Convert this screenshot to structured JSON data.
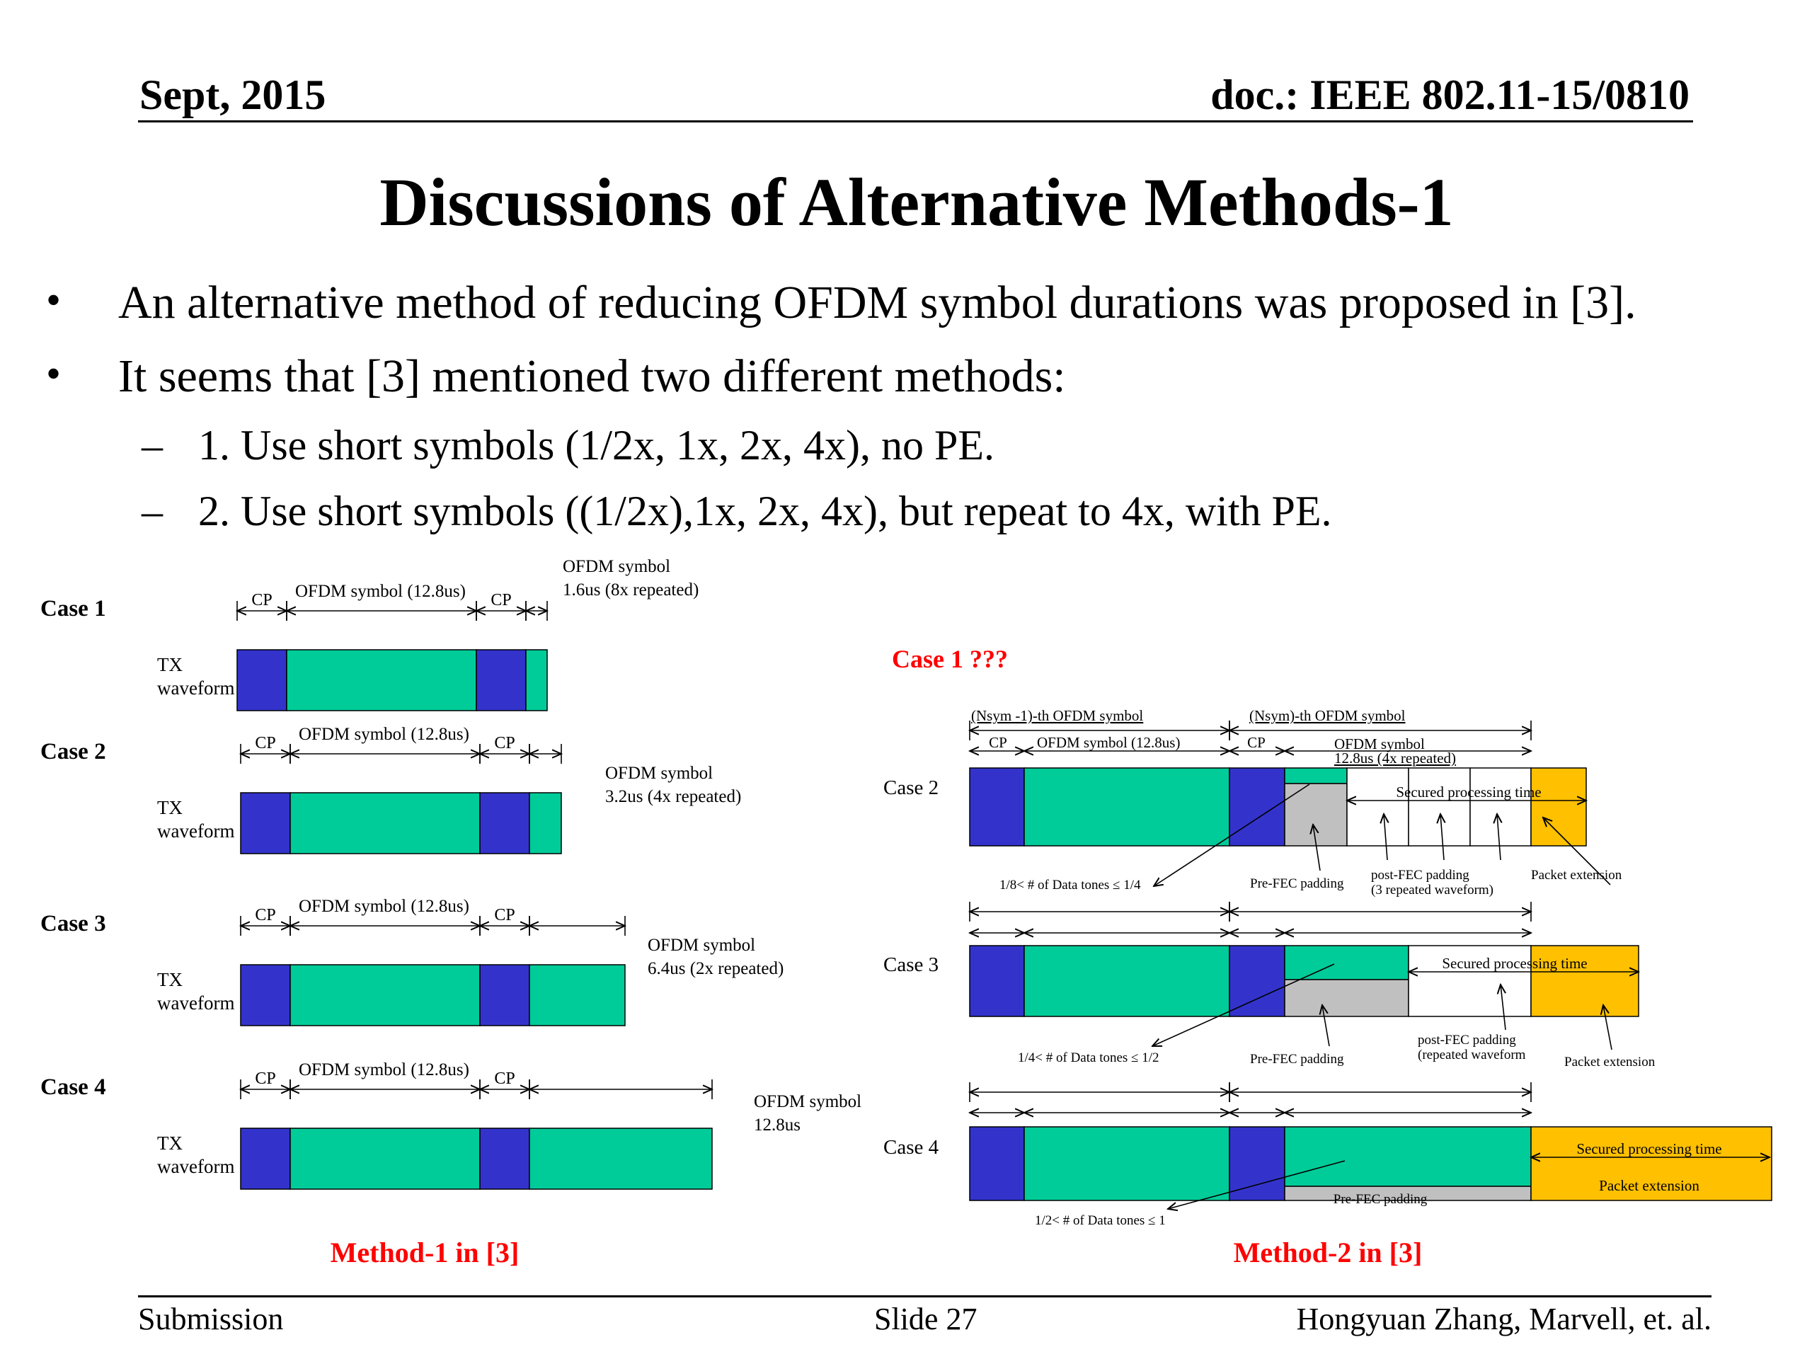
{
  "header": {
    "date": "Sept, 2015",
    "doc": "doc.: IEEE 802.11-15/0810"
  },
  "title": "Discussions of Alternative Methods-1",
  "bullets": [
    "An alternative method of reducing OFDM symbol durations was proposed in [3].",
    "It seems that [3] mentioned two different methods:"
  ],
  "sub_bullets": [
    "1. Use short symbols (1/2x, 1x, 2x, 4x), no PE.",
    "2. Use short symbols ((1/2x),1x, 2x, 4x), but repeat to 4x, with PE."
  ],
  "marks": {
    "bullet": "•",
    "dash": "–"
  },
  "colors": {
    "cp": "#3333cc",
    "data": "#00cc99",
    "padding": "#c0c0c0",
    "pe": "#ffc000",
    "red": "#ff0000"
  },
  "figure": {
    "method1": {
      "caption": "Method-1 in [3]",
      "cases": [
        {
          "label": "Case 1",
          "tx": [
            "TX",
            "waveform"
          ],
          "cp": "CP",
          "symbol": "OFDM symbol (12.8us)",
          "short": [
            "OFDM symbol",
            "1.6us (8x repeated)"
          ]
        },
        {
          "label": "Case 2",
          "tx": [
            "TX",
            "waveform"
          ],
          "cp": "CP",
          "symbol": "OFDM symbol (12.8us)",
          "short": [
            "OFDM symbol",
            "3.2us (4x repeated)"
          ]
        },
        {
          "label": "Case 3",
          "tx": [
            "TX",
            "waveform"
          ],
          "cp": "CP",
          "symbol": "OFDM symbol (12.8us)",
          "short": [
            "OFDM symbol",
            "6.4us (2x repeated)"
          ]
        },
        {
          "label": "Case 4",
          "tx": [
            "TX",
            "waveform"
          ],
          "cp": "CP",
          "symbol": "OFDM symbol (12.8us)",
          "short": [
            "OFDM symbol",
            "12.8us"
          ]
        }
      ]
    },
    "method2": {
      "caption": "Method-2 in [3]",
      "case1_question": "Case 1 ???",
      "case2": {
        "label": "Case 2",
        "prev_symbol": "(Nsym -1)-th OFDM symbol",
        "last_symbol": "(Nsym)-th OFDM symbol",
        "cp": "CP",
        "symbol": "OFDM symbol (12.8us)",
        "last_symbol_desc": [
          "OFDM symbol",
          "12.8us (4x repeated)"
        ],
        "secured": "Secured processing time",
        "tones": "1/8< # of Data tones ≤ 1/4",
        "pre_fec": "Pre-FEC padding",
        "post_fec": [
          "post-FEC padding",
          "(3 repeated waveform)"
        ],
        "pe": "Packet extension"
      },
      "case3": {
        "label": "Case 3",
        "secured": "Secured processing time",
        "tones": "1/4< # of Data tones ≤ 1/2",
        "pre_fec": "Pre-FEC padding",
        "post_fec": [
          "post-FEC padding",
          "(repeated waveform"
        ],
        "pe": "Packet extension"
      },
      "case4": {
        "label": "Case 4",
        "secured": "Secured processing time",
        "pe": "Packet extension",
        "pre_fec": "Pre-FEC padding",
        "tones": "1/2< # of Data tones ≤ 1"
      }
    }
  },
  "footer": {
    "left": "Submission",
    "center": "Slide 27",
    "right": "Hongyuan Zhang,  Marvell, et. al."
  }
}
